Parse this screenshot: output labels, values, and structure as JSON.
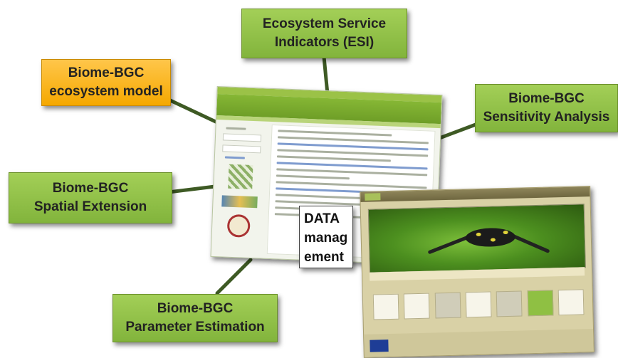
{
  "nodes": {
    "esi": {
      "line1": "Ecosystem Service",
      "line2": "Indicators (ESI)"
    },
    "model": {
      "line1": "Biome-BGC",
      "line2": "ecosystem model"
    },
    "sensitivity": {
      "line1": "Biome-BGC",
      "line2": "Sensitivity Analysis"
    },
    "spatial": {
      "line1": "Biome-BGC",
      "line2": "Spatial Extension"
    },
    "parameter": {
      "line1": "Biome-BGC",
      "line2": "Parameter Estimation"
    },
    "data": {
      "line1": "DATA",
      "line2": "manag",
      "line3": "ement"
    }
  },
  "colors": {
    "box_green": "#8fc043",
    "box_orange": "#f5a800",
    "connector": "#3e5a24"
  }
}
